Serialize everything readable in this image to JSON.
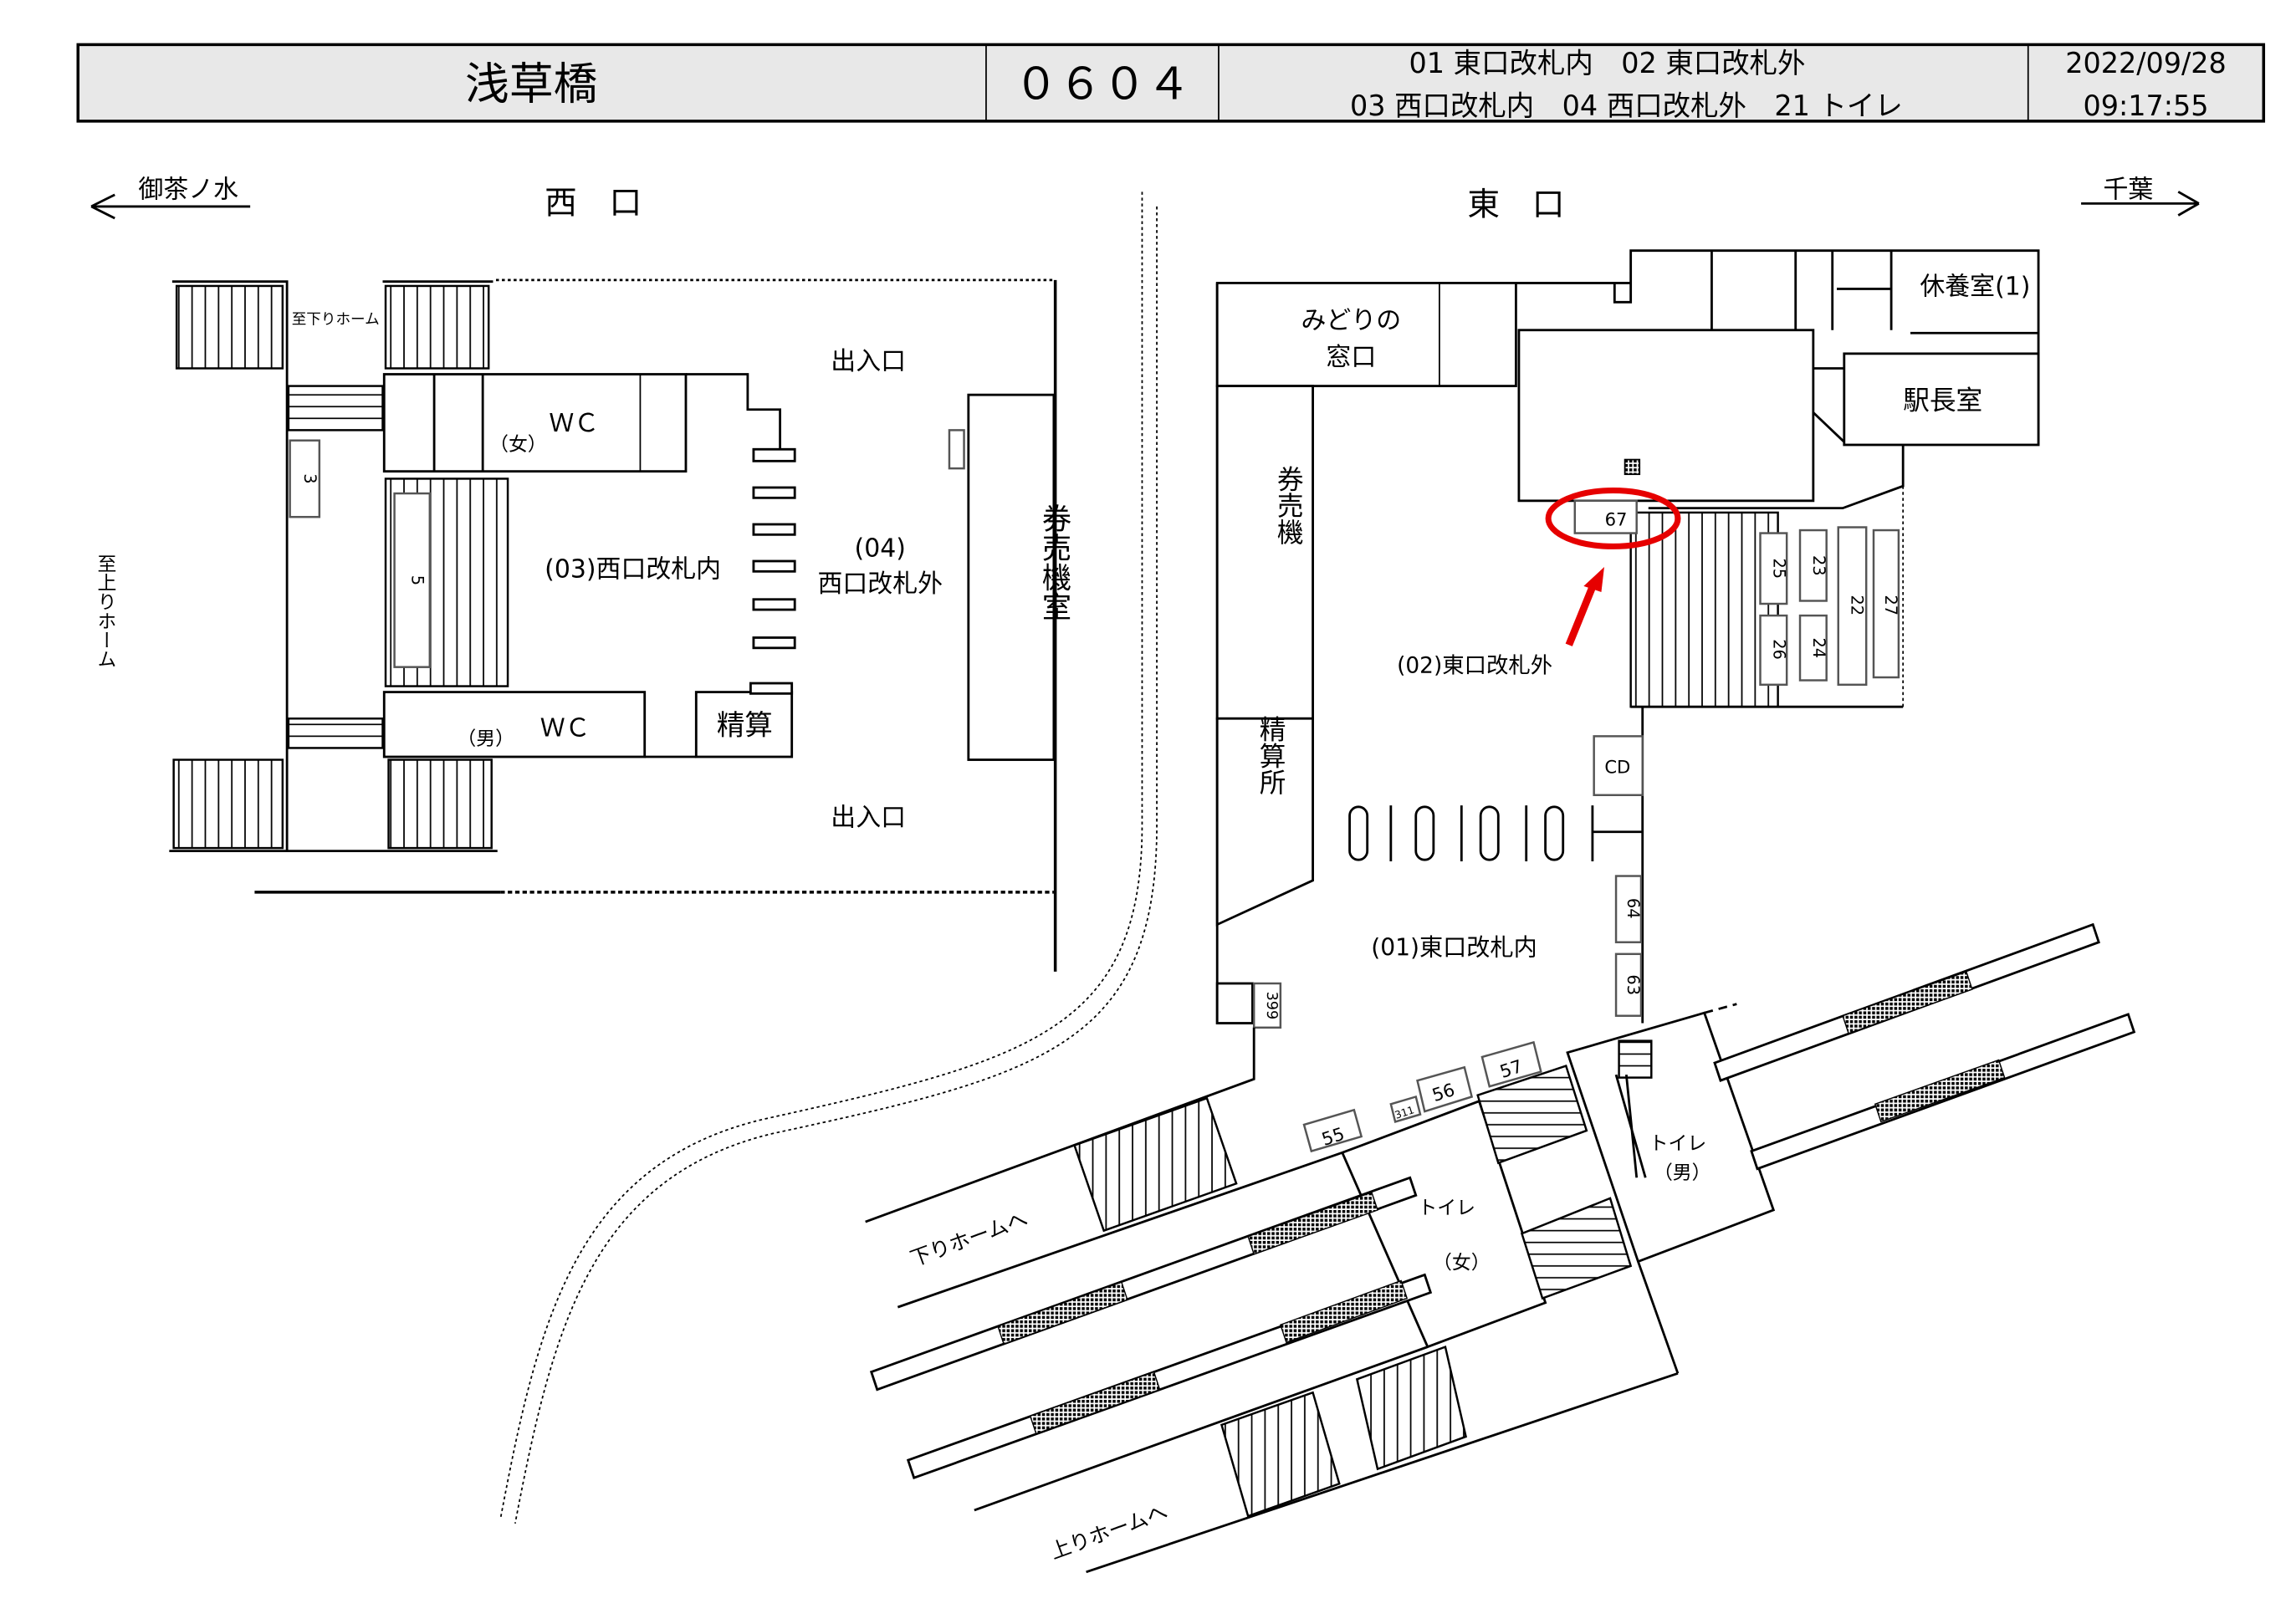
{
  "header": {
    "station": "浅草橋",
    "code": "０６０４",
    "legend_line1": "01 東口改札内　02 東口改札外",
    "legend_line2": "03 西口改札内　04 西口改札外　21 トイレ",
    "date": "2022/09/28",
    "time": "09:17:55"
  },
  "directions": {
    "left": "御茶ノ水",
    "right": "千葉"
  },
  "exits": {
    "west": "西　口",
    "east": "東　口"
  },
  "west": {
    "to_down_platform": "至下りホーム",
    "to_up_platform": "至上りホーム",
    "wc": "ＷＣ",
    "female": "（女）",
    "male": "（男）",
    "fare_adjust": "精算",
    "entrance": "出入口",
    "inside_gate": "(03)西口改札内",
    "outside_gate_code": "(04)",
    "outside_gate": "西口改札外",
    "ticket_room": "券売機室",
    "num_3": "3",
    "num_5": "5"
  },
  "east": {
    "midori": "みどりの",
    "madoguchi": "窓口",
    "rest_room": "休養室(1)",
    "station_master": "駅長室",
    "ticket_machines": "券売機",
    "fare_office": "精算所",
    "outside_gate": "(02)東口改札外",
    "inside_gate": "(01)東口改札内",
    "cd": "CD",
    "highlighted": "67",
    "nums": {
      "n25": "25",
      "n26": "26",
      "n23": "23",
      "n24": "24",
      "n22": "22",
      "n27": "27",
      "n64": "64",
      "n63": "63",
      "n399": "399"
    }
  },
  "platforms": {
    "to_down": "下りホームへ",
    "to_up": "上りホームへ",
    "toilet": "トイレ",
    "female": "（女）",
    "male": "（男）",
    "n55": "55",
    "n311": "311",
    "n56": "56",
    "n57": "57"
  },
  "colors": {
    "highlight": "#e60000",
    "header_bg": "#e8e8e8"
  }
}
